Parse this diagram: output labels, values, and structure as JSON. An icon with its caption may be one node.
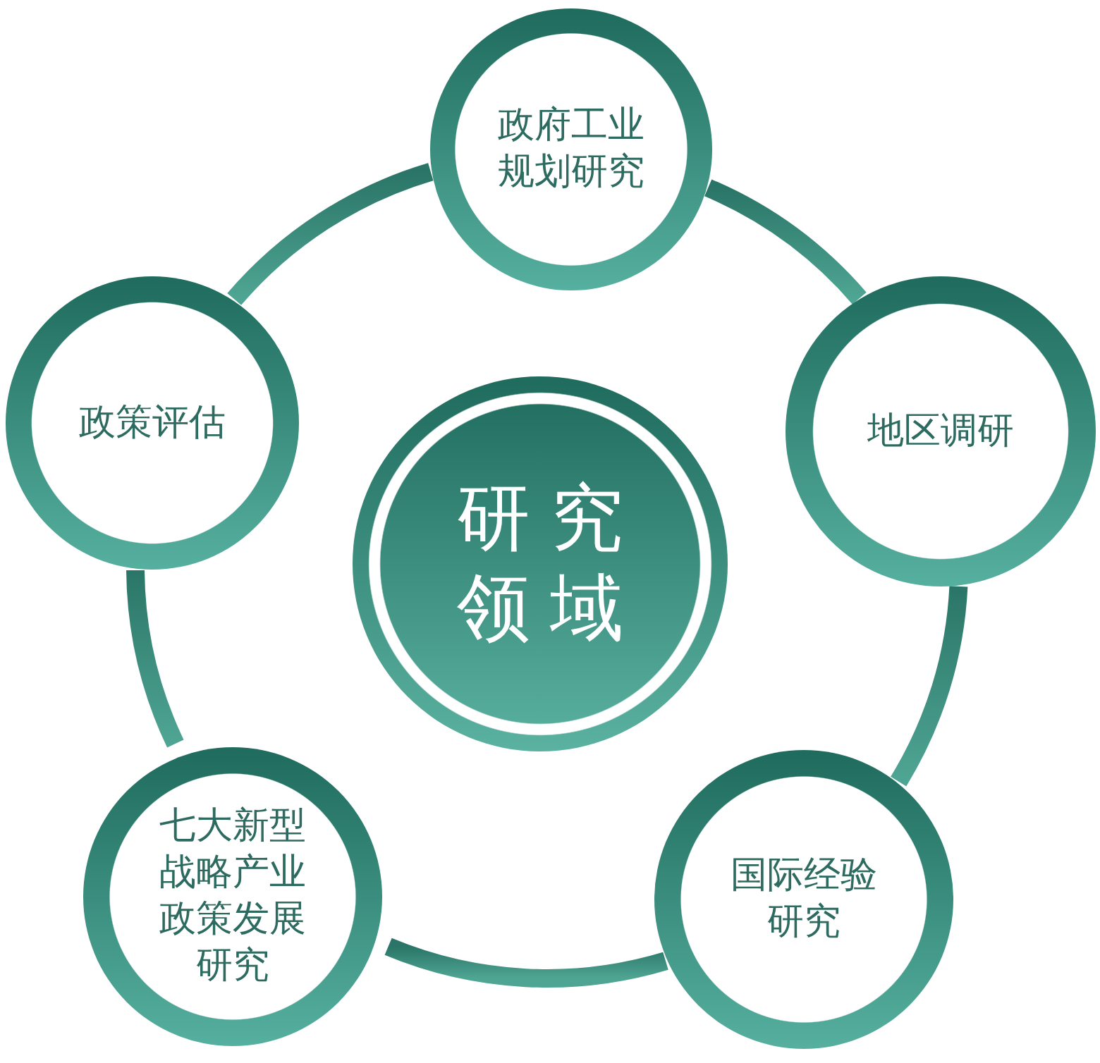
{
  "diagram": {
    "nodes": [
      {
        "text": [
          "研究领域"
        ]
      },
      {
        "text": [
          "政府工业规划研究"
        ]
      },
      {
        "text": [
          "地区调研"
        ]
      },
      {
        "text": [
          "国际经验研究"
        ]
      },
      {
        "text": [
          "七大新型战略产业政策发展研究"
        ]
      },
      {
        "text": [
          "政策评估"
        ]
      }
    ],
    "edges": [
      {
        "from": 1,
        "to": 2,
        "arrow": "none"
      },
      {
        "from": 2,
        "to": 3,
        "arrow": "none"
      },
      {
        "from": 3,
        "to": 4,
        "arrow": "none"
      },
      {
        "from": 4,
        "to": 5,
        "arrow": "none"
      },
      {
        "from": 5,
        "to": 1,
        "arrow": "none"
      }
    ]
  }
}
